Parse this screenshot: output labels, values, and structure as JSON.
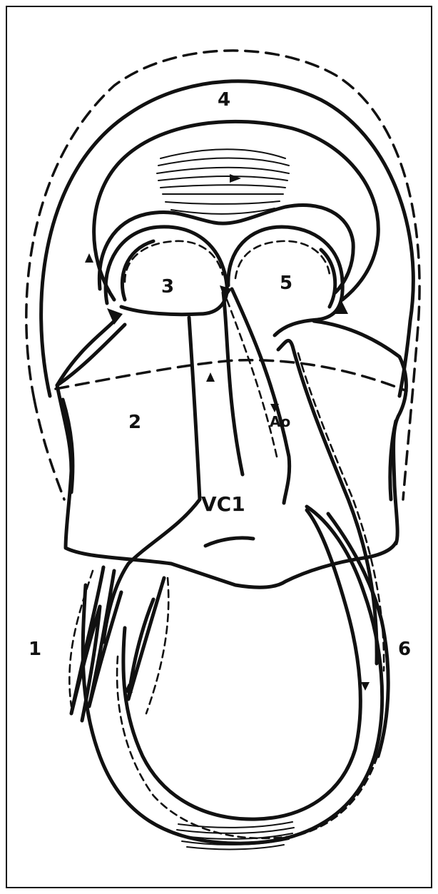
{
  "figure": {
    "labels": {
      "region_1": "1",
      "region_2": "2",
      "region_3": "3",
      "region_4": "4",
      "region_5": "5",
      "region_6": "6",
      "vc1": "VC1",
      "ao": "Ao"
    }
  },
  "colors": {
    "ink": "#111111",
    "background": "#ffffff"
  }
}
